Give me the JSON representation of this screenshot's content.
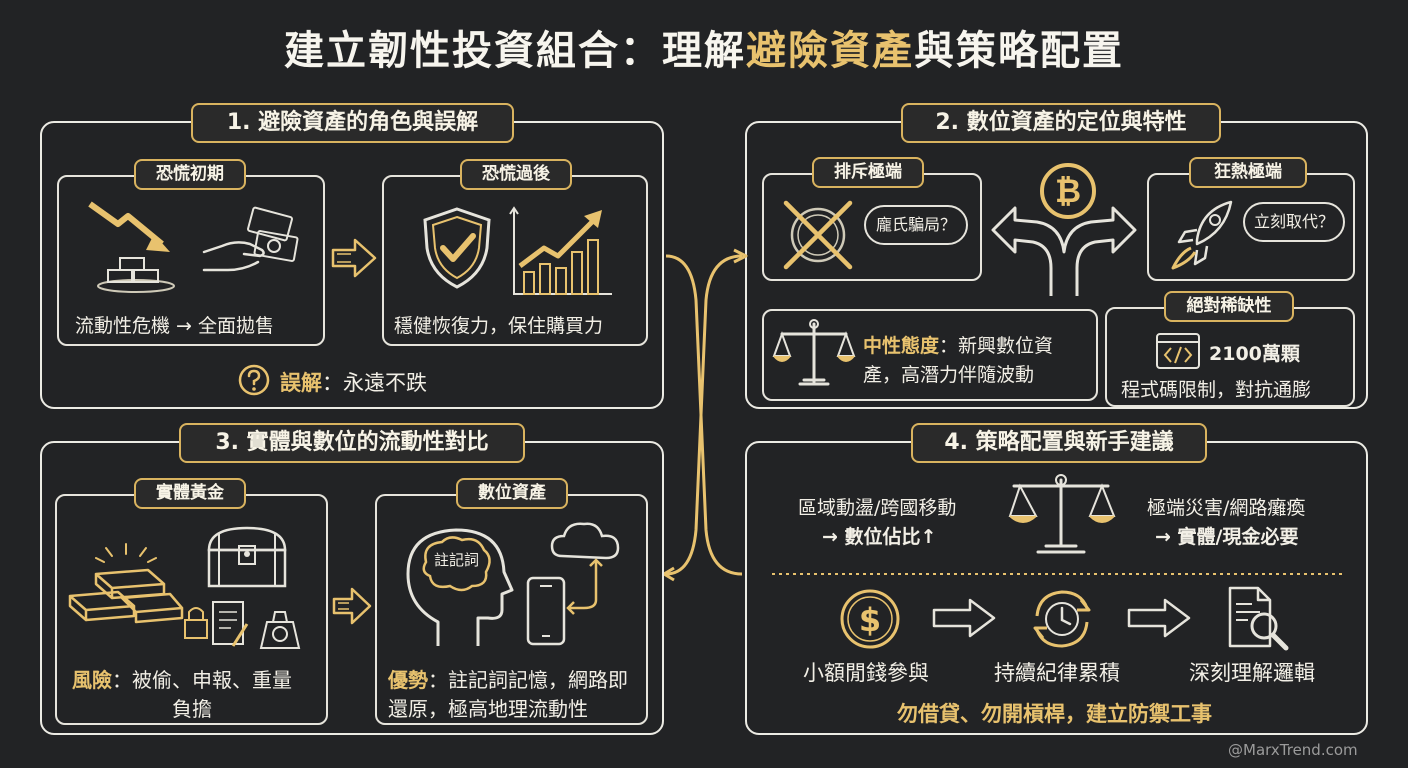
{
  "title": {
    "prefix": "建立韌性投資組合：理解",
    "highlight": "避險資產",
    "suffix": "與策略配置"
  },
  "section1": {
    "label": "1. 避險資產的角色與誤解",
    "panic_early": {
      "label": "恐慌初期",
      "caption": "流動性危機 → 全面拋售"
    },
    "panic_after": {
      "label": "恐慌過後",
      "caption": "穩健恢復力，保住購買力"
    },
    "misconception_prefix": "誤解",
    "misconception_text": "：永遠不跌"
  },
  "section2": {
    "label": "2. 數位資產的定位與特性",
    "exclude": {
      "label": "排斥極端",
      "bubble": "龐氏騙局？"
    },
    "fanatic": {
      "label": "狂熱極端",
      "bubble": "立刻取代？"
    },
    "neutral": {
      "prefix": "中性態度",
      "line1_rest": "：新興數位資",
      "line2": "產，高潛力伴隨波動"
    },
    "scarcity": {
      "label": "絕對稀缺性",
      "amount": "2100萬顆",
      "caption": "程式碼限制，對抗通膨"
    }
  },
  "section3": {
    "label": "3. 實體與數位的流動性對比",
    "physical": {
      "label": "實體黃金",
      "risk_prefix": "風險",
      "risk_line1_rest": "：被偷、申報、重量",
      "risk_line2": "負擔"
    },
    "digital": {
      "label": "數位資產",
      "brain_text": "註記詞",
      "adv_prefix": "優勢",
      "adv_line1_rest": "：註記詞記憶，網路即",
      "adv_line2": "還原，極高地理流動性"
    }
  },
  "section4": {
    "label": "4. 策略配置與新手建議",
    "left_line1": "區域動盪/跨國移動",
    "left_line2": "→ 數位佔比↑",
    "right_line1": "極端災害/網路癱瘓",
    "right_line2": "→ 實體/現金必要",
    "steps": [
      "小額閒錢參與",
      "持續紀律累積",
      "深刻理解邏輯"
    ],
    "footer": "勿借貸、勿開槓桿，建立防禦工事"
  },
  "watermark": "@MarxTrend.com",
  "colors": {
    "background": "#222325",
    "accent": "#e8c26e",
    "line": "#ecebe4"
  }
}
